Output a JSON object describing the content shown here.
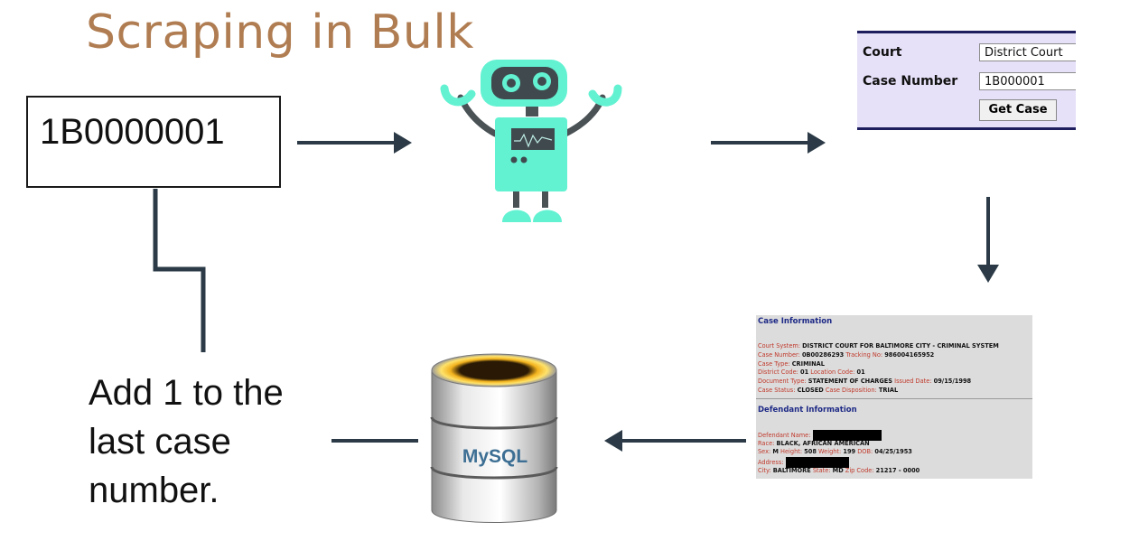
{
  "title": "Scraping in Bulk",
  "start_case_number": "1B0000001",
  "note_lines": [
    "Add 1 to the",
    "last case",
    "number."
  ],
  "court_form": {
    "court_label": "Court",
    "court_value": "District Court",
    "case_number_label": "Case Number",
    "case_number_value": "1B000001",
    "button_label": "Get Case"
  },
  "case_info": {
    "heading": "Case Information",
    "court_system_label": "Court System:",
    "court_system_value": "DISTRICT COURT FOR BALTIMORE CITY - CRIMINAL SYSTEM",
    "case_number_label": "Case Number:",
    "case_number_value": "0B00286293",
    "tracking_label": "Tracking No:",
    "tracking_value": "986004165952",
    "case_type_label": "Case Type:",
    "case_type_value": "CRIMINAL",
    "district_code_label": "District Code:",
    "district_code_value": "01",
    "location_code_label": "Location Code:",
    "location_code_value": "01",
    "document_type_label": "Document Type:",
    "document_type_value": "STATEMENT OF CHARGES",
    "issued_date_label": "Issued Date:",
    "issued_date_value": "09/15/1998",
    "case_status_label": "Case Status:",
    "case_status_value": "CLOSED",
    "case_disposition_label": "Case Disposition:",
    "case_disposition_value": "TRIAL"
  },
  "defendant_info": {
    "heading": "Defendant Information",
    "name_label": "Defendant Name:",
    "race_label": "Race:",
    "race_value": "BLACK, AFRICAN AMERICAN",
    "sex_label": "Sex:",
    "sex_value": "M",
    "height_label": "Height:",
    "height_value": "508",
    "weight_label": "Weight:",
    "weight_value": "199",
    "dob_label": "DOB:",
    "dob_value": "04/25/1953",
    "address_label": "Address:",
    "city_label": "City:",
    "city_value": "BALTIMORE",
    "state_label": "State:",
    "state_value": "MD",
    "zip_label": "Zip Code:",
    "zip_value": "21217 - 0000"
  },
  "database_logo": "MySQL",
  "colors": {
    "title": "#b07d52",
    "arrow": "#2b3a46",
    "robot_body": "#62f2d2",
    "robot_head": "#404a4e",
    "form_background": "#e6e0f8",
    "form_border": "#1e1e5e"
  }
}
